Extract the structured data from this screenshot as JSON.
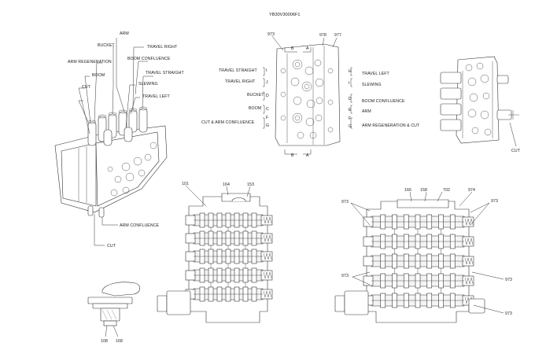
{
  "figure_code": "YB30V30006F1",
  "iso_labels": {
    "arm": "ARM",
    "bucket": "BUCKET",
    "travel_right": "TRAVEL RIGHT",
    "arm_regeneration": "ARM REGENERATION",
    "boom_confluence": "BOOM CONFLUENCE",
    "boom": "BOOM",
    "travel_straight": "TRAVEL STRAIGHT",
    "slewing": "SLEWING",
    "cut": "CUT",
    "travel_left": "TRAVEL LEFT",
    "arm_confluence": "ARM CONFLUENCE",
    "cut_bottom": "CUT"
  },
  "front_view": {
    "left_labels": [
      "TRAVEL STRAIGHT",
      "TRAVEL RIGHT",
      "BUCKET",
      "BOOM",
      "CUT & ARM CONFLUENCE"
    ],
    "left_letters": [
      "I",
      "J",
      "D",
      "C",
      "F",
      "G"
    ],
    "right_labels": [
      "TRAVEL LEFT",
      "SLEWING",
      "BOOM CONFLUENCE",
      "ARM",
      "ARM REGENERATION & CUT"
    ],
    "right_letters": [
      "H",
      "I",
      "D",
      "E",
      "F",
      "G"
    ],
    "top_refs": [
      "973",
      "978",
      "977"
    ],
    "section_top_left": "B",
    "section_top_right": "A",
    "section_bottom_left": "B",
    "section_bottom_right": "A"
  },
  "side_view": {
    "cut_label": "CUT"
  },
  "section_left": {
    "refs": [
      "101",
      "164",
      "153"
    ]
  },
  "section_right": {
    "refs_top": [
      "166",
      "158",
      "702",
      "974"
    ],
    "refs_left": [
      "973",
      "973"
    ],
    "refs_right": [
      "973",
      "973",
      "973"
    ]
  },
  "detail": {
    "refs": [
      "108",
      "168"
    ]
  }
}
